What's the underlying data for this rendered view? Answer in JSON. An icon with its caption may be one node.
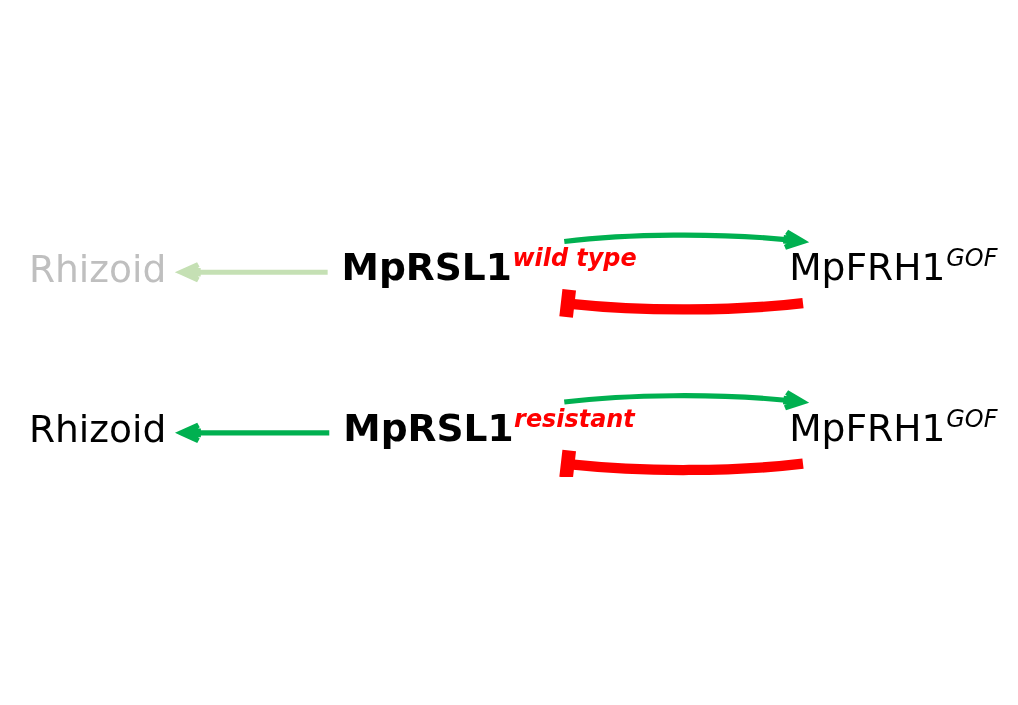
{
  "diagram": {
    "nodes": [
      {
        "text": [
          "Rhizoid"
        ]
      },
      {
        "text": [
          "MpRSL1",
          "wild type"
        ]
      },
      {
        "text": [
          "MpFRH1",
          "GOF"
        ]
      },
      {
        "text": [
          "Rhizoid"
        ]
      },
      {
        "text": [
          "MpRSL1",
          "resistant"
        ]
      },
      {
        "text": [
          "MpFRH1",
          "GOF"
        ]
      }
    ],
    "edges": [
      {
        "from": 1,
        "to": 0,
        "arrow": "to",
        "color": "#c5e0b4"
      },
      {
        "from": 1,
        "to": 2,
        "arrow": "to"
      },
      {
        "from": 2,
        "to": 1,
        "arrow": "other",
        "style": "thick",
        "color": "#ff0000"
      },
      {
        "from": 4,
        "to": 3,
        "arrow": "to"
      },
      {
        "from": 4,
        "to": 5,
        "arrow": "to"
      },
      {
        "from": 5,
        "to": 4,
        "arrow": "other",
        "style": "thick",
        "color": "#ff0000"
      }
    ]
  }
}
